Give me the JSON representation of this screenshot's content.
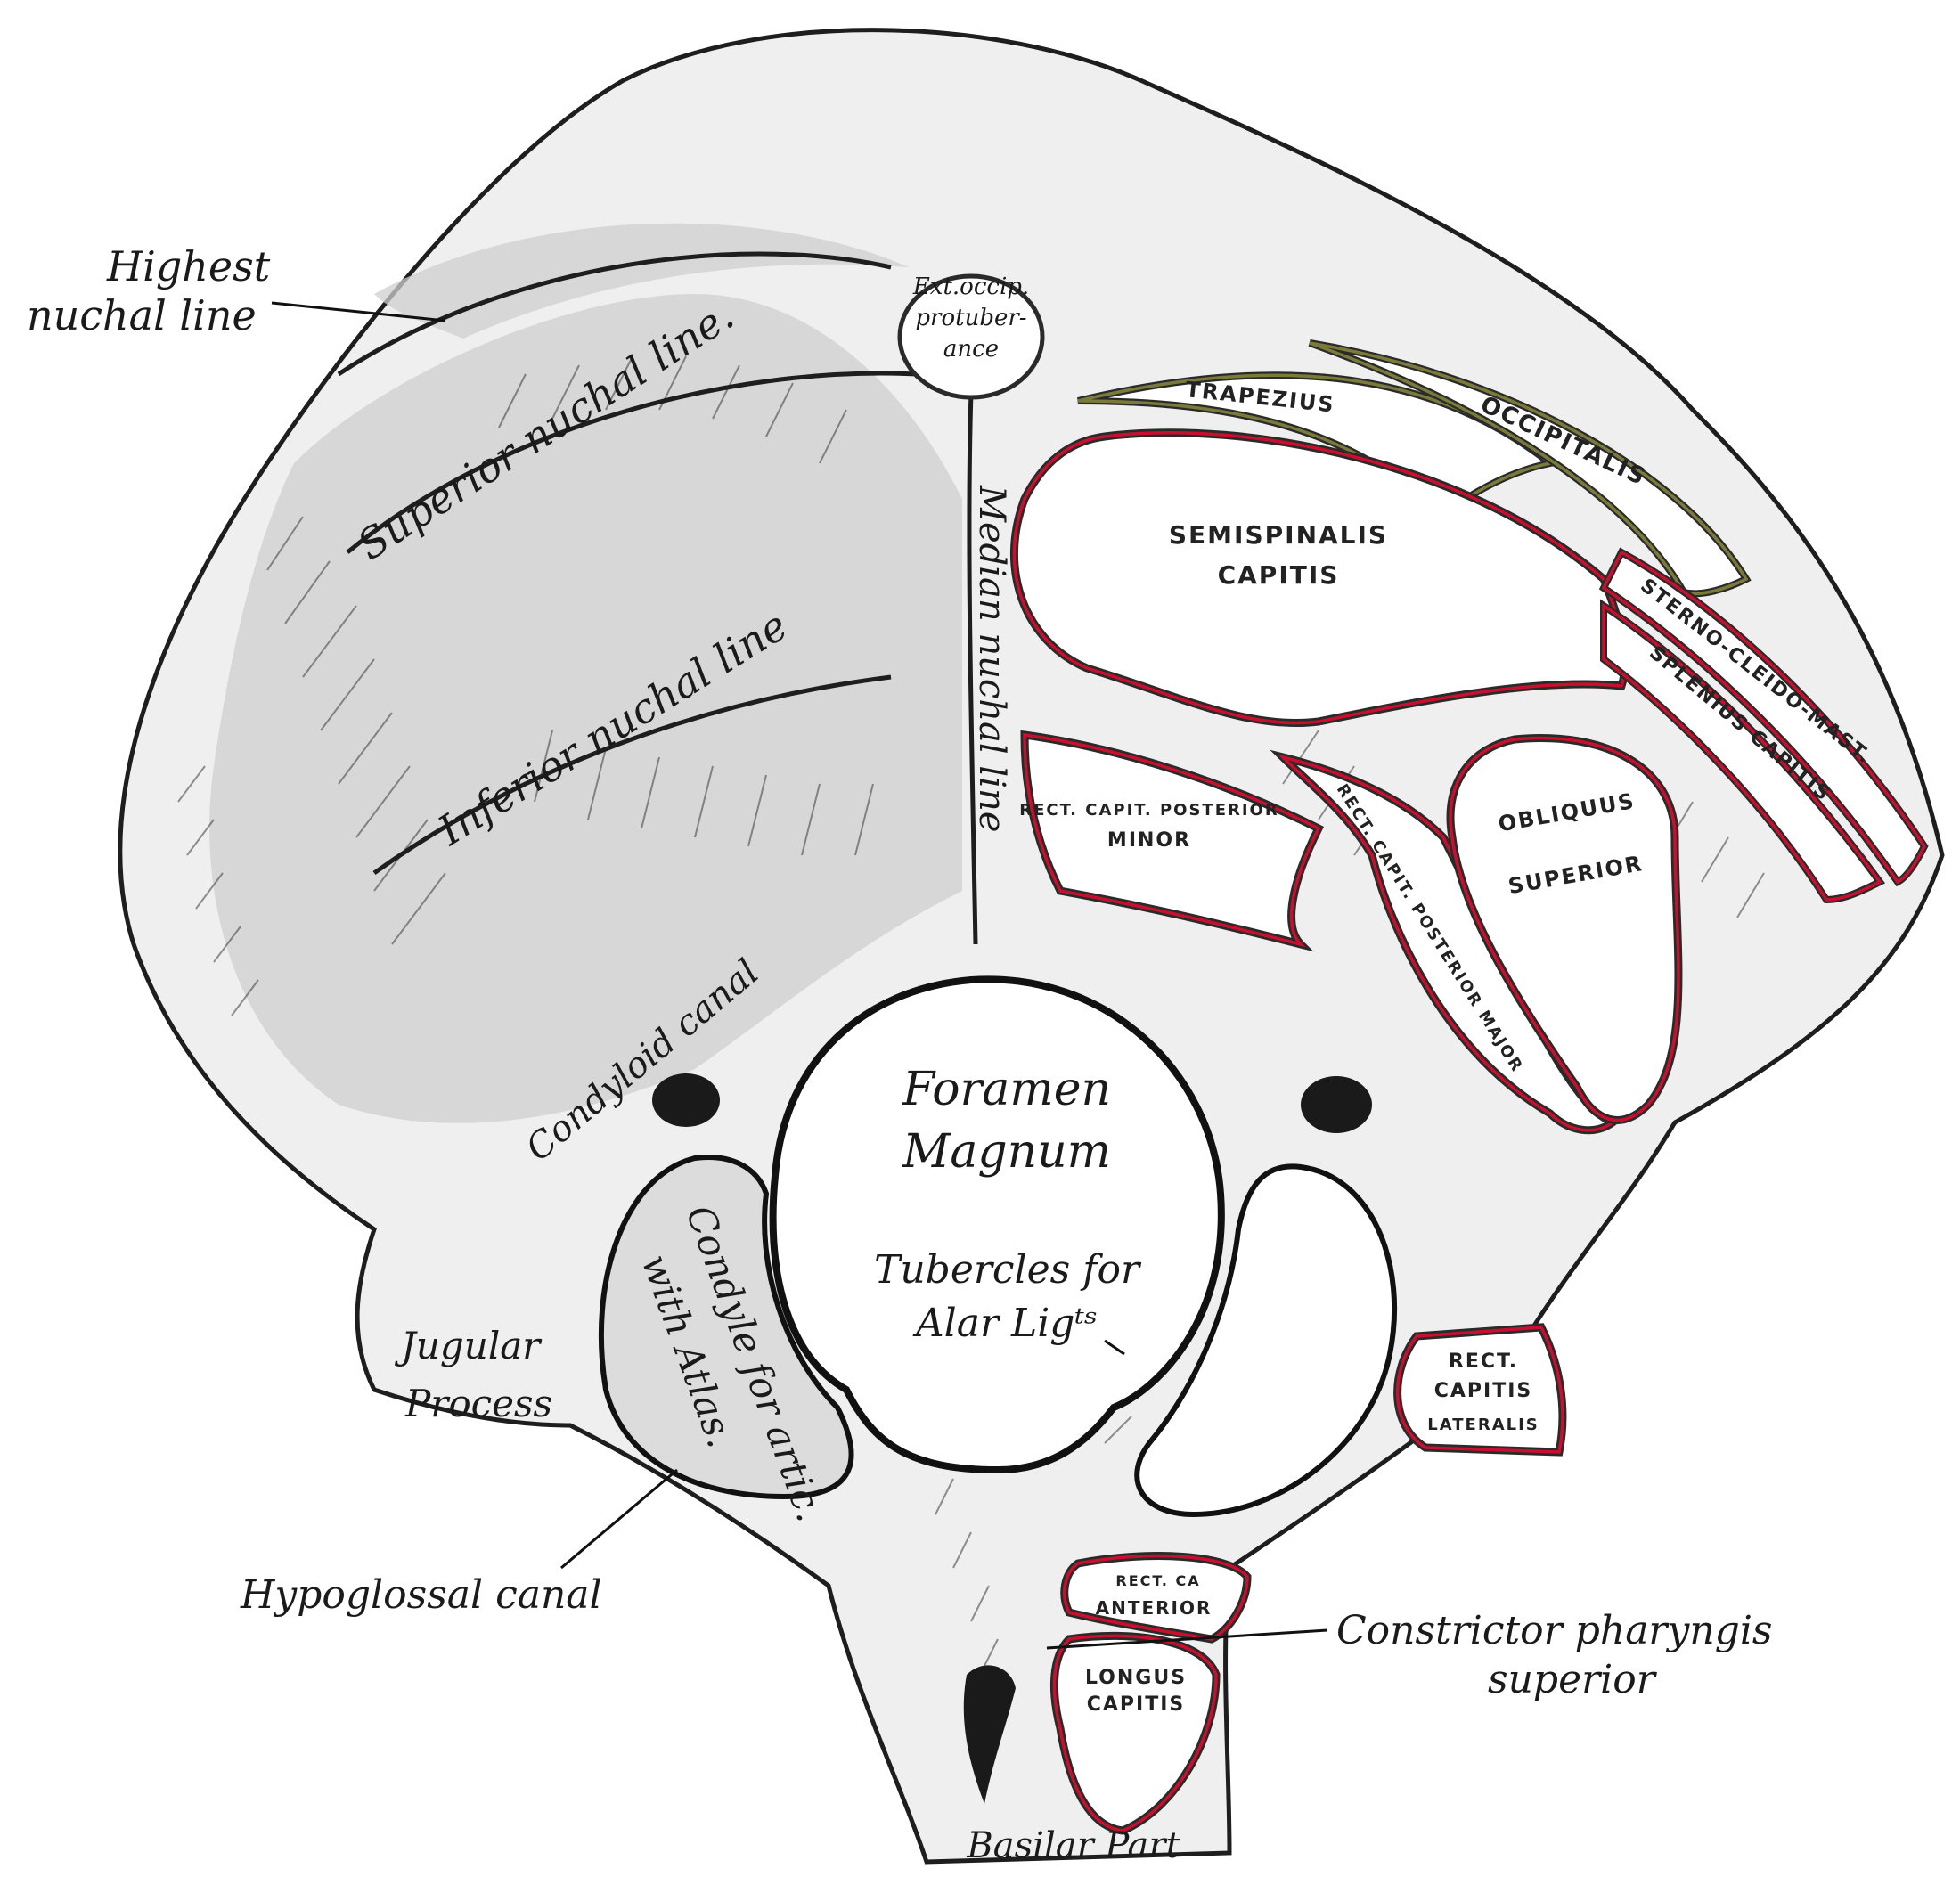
{
  "labels": {
    "highest_nuchal_line_1": "Highest",
    "highest_nuchal_line_2": "nuchal line",
    "ext_occip_1": "Ext.occip.",
    "ext_occip_2": "protuber-",
    "ext_occip_3": "ance",
    "superior_nuchal_line": "Superior nuchal line.",
    "inferior_nuchal_line": "Inferior nuchal line",
    "median_nuchal_line": "Median nuchal line",
    "condyloid_canal": "Condyloid canal",
    "foramen_1": "Foramen",
    "foramen_2": "Magnum",
    "tubercles_1": "Tubercles for",
    "tubercles_2": "Alar Ligᵗˢ",
    "condyle_1": "Condyle for artic.",
    "condyle_2": "with Atlas.",
    "jugular_1": "Jugular",
    "jugular_2": "Process",
    "hypoglossal": "Hypoglossal canal",
    "constrictor_1": "Constrictor pharyngis",
    "constrictor_2": "superior",
    "basilar": "Basilar Part"
  },
  "muscles": {
    "trapezius": "TRAPEZIUS",
    "occipitalis": "OCCIPITALIS",
    "semispinalis_1": "SEMISPINALIS",
    "semispinalis_2": "CAPITIS",
    "sterno": "STERNO-CLEIDO-MAST.",
    "splenius": "SPLENIUS CAPITIS",
    "rect_minor_1": "RECT. CAPIT. POSTERIOR",
    "rect_minor_2": "MINOR",
    "rect_major": "RECT. CAPIT. POSTERIOR MAJOR",
    "obliquus_1": "OBLIQUUS",
    "obliquus_2": "SUPERIOR",
    "rect_lat_1": "RECT.",
    "rect_lat_2": "CAPITIS",
    "rect_lat_3": "LATERALIS",
    "rect_ant_1": "RECT. CA",
    "rect_ant_2": "ANTERIOR",
    "longus_1": "LONGUS",
    "longus_2": "CAPITIS"
  },
  "colors": {
    "muscle_outline": "#c8102e",
    "trapezius_outline": "#7a7a3a",
    "ink": "#1e1e1e"
  }
}
